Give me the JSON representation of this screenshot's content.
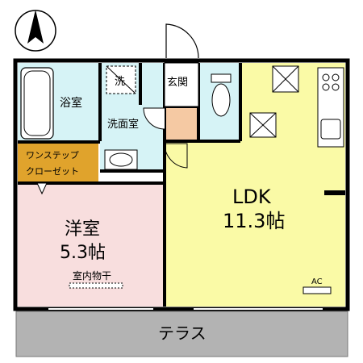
{
  "compass": {
    "north_icon": "north-arrow-icon"
  },
  "rooms": {
    "bath": "浴室",
    "washroom": "洗面室",
    "entrance": "玄関",
    "closet_line1": "ワンステップ",
    "closet_line2": "クローゼット",
    "western_room_name": "洋室",
    "western_room_size": "5.3帖",
    "drying": "室内物干",
    "ldk_name": "LDK",
    "ldk_size": "11.3帖",
    "ac": "AC",
    "terrace": "テラス",
    "washer_mark": "洗"
  },
  "colors": {
    "ldk": "#fafaa6",
    "western_room": "#f8dede",
    "wet_area": "#d6f3f6",
    "entrance": "#f5c9a3",
    "closet": "#e0a32c",
    "terrace": "#b3b3b3",
    "wall": "#000000"
  }
}
